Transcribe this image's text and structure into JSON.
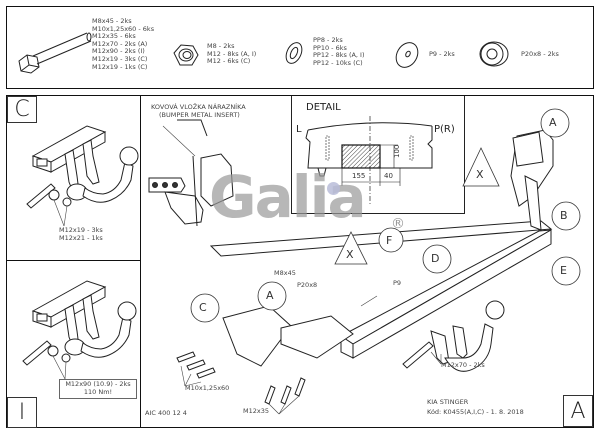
{
  "hardware": {
    "bolts": [
      "M8x45 - 2ks",
      "M10x1,25x60 - 6ks",
      "M12x35 - 6ks",
      "M12x70 - 2ks (A)",
      "M12x90 - 2ks (I)",
      "M12x19 - 3ks (C)",
      "M12x19 - 1ks (C)"
    ],
    "nuts": [
      "M8 - 2ks",
      "M12 - 8ks (A, I)",
      "M12 - 6ks (C)"
    ],
    "spring_washers": [
      "PP8 - 2ks",
      "PP10 - 6ks",
      "PP12 - 8ks (A, I)",
      "PP12 - 10ks (C)"
    ],
    "washer": "P9 - 2ks",
    "spacer": "P20x8 - 2ks"
  },
  "panel_c": {
    "letter": "C",
    "bolts_line1": "M12x19 - 3ks",
    "bolts_line2": "M12x21 - 1ks"
  },
  "panel_i": {
    "letter": "I",
    "bolt_line1": "M12x90 (10.9) - 2ks",
    "bolt_line2": "110 Nm!"
  },
  "main": {
    "insert_label_line1": "KOVOVÁ VLOŽKA NÁRAZNÍKA",
    "insert_label_line2": "(BUMPER METAL INSERT)",
    "detail": {
      "title": "DETAIL",
      "left": "L",
      "right": "P(R)",
      "dim_155": "155",
      "dim_40": "40",
      "dim_100": "100"
    },
    "callouts": {
      "a1": "A",
      "a2": "A",
      "b": "B",
      "c": "C",
      "d": "D",
      "e": "E",
      "f": "F",
      "x1": "X",
      "x2": "X"
    },
    "labels": {
      "m8x45": "M8x45",
      "p20x8": "P20x8",
      "p9": "P9",
      "m10": "M10x1,25x60",
      "m12x35": "M12x35",
      "m12x70": "M12x70 - 2ks"
    },
    "logo_text": "Galia",
    "registered": "®",
    "drawing_no": "AIC 400 12 4",
    "vehicle": "KIA STINGER",
    "code": "Kód: K0455(A,I,C) - 1. 8. 2018",
    "type_letter": "A"
  },
  "colors": {
    "line": "#111111",
    "text": "#444444",
    "watermark": "#9a9a9a",
    "watermark_blue": "#b8bcd8"
  }
}
